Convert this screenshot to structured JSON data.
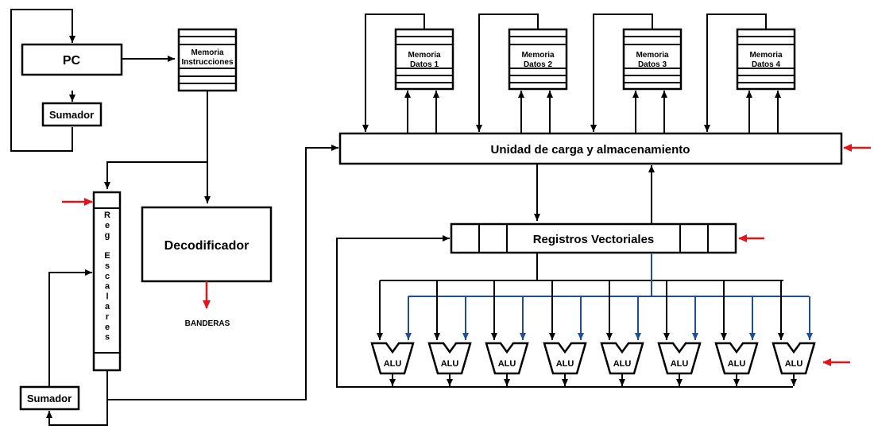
{
  "labels": {
    "pc": "PC",
    "sumador_top": "Sumador",
    "memoria_instrucciones_line1": "Memoria",
    "memoria_instrucciones_line2": "Instrucciones",
    "decodificador": "Decodificador",
    "banderas": "BANDERAS",
    "reg_escalares_letters": [
      "R",
      "e",
      "g",
      "",
      "E",
      "s",
      "c",
      "a",
      "l",
      "a",
      "r",
      "e",
      "s"
    ],
    "sumador_bottom": "Sumador",
    "unidad_carga": "Unidad de carga y almacenamiento",
    "registros_vectoriales": "Registros Vectoriales",
    "memorias_datos": [
      {
        "line1": "Memoria",
        "line2": "Datos 1"
      },
      {
        "line1": "Memoria",
        "line2": "Datos 2"
      },
      {
        "line1": "Memoria",
        "line2": "Datos 3"
      },
      {
        "line1": "Memoria",
        "line2": "Datos 4"
      }
    ],
    "alu_units": [
      "ALU",
      "ALU",
      "ALU",
      "ALU",
      "ALU",
      "ALU",
      "ALU",
      "ALU"
    ]
  },
  "colors": {
    "outline": "#000000",
    "control_arrow": "#e0161b",
    "vector_bus": "#1f4f91"
  }
}
